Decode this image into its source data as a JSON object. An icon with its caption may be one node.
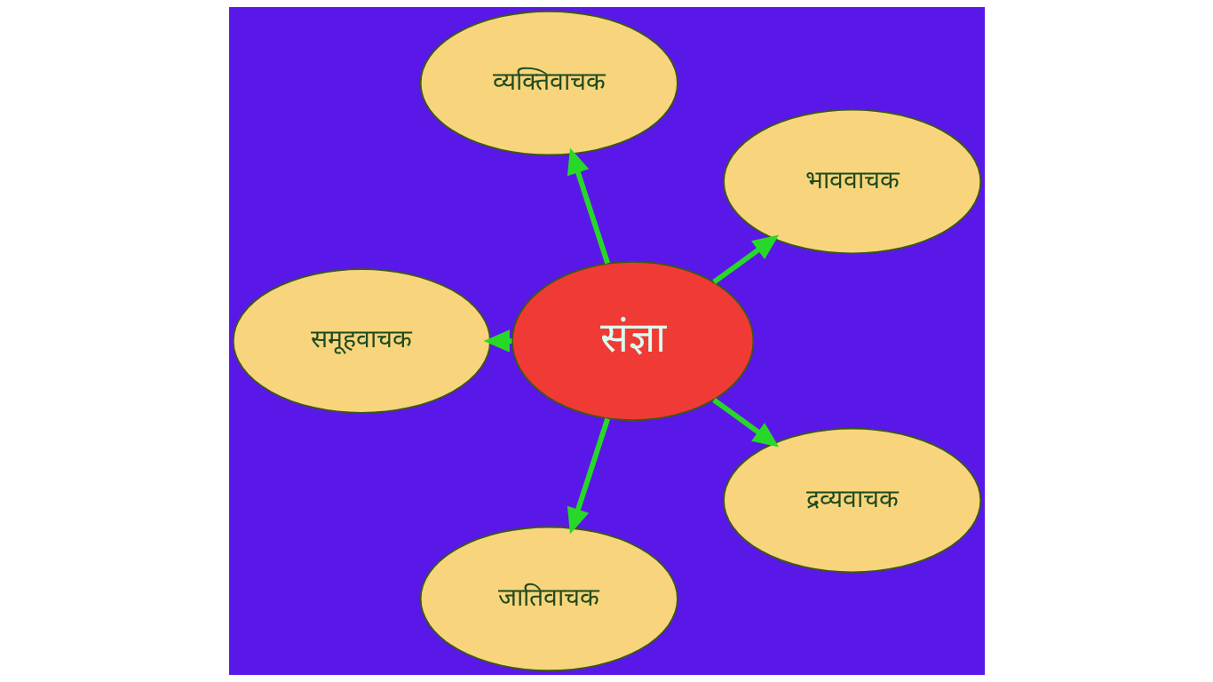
{
  "diagram": {
    "nodes": [
      {
        "text": [
          "भाववाचक"
        ]
      },
      {
        "text": [
          "व्यक्तिवाचक"
        ]
      },
      {
        "text": [
          "समूहवाचक"
        ]
      },
      {
        "text": [
          "संज्ञा"
        ]
      },
      {
        "text": [
          "जातिवाचक"
        ]
      },
      {
        "text": [
          "द्रव्यवाचक"
        ]
      }
    ],
    "edges": [
      {
        "from": 3,
        "to": 0,
        "arrow": "to"
      },
      {
        "from": 3,
        "to": 1,
        "arrow": "to"
      },
      {
        "from": 3,
        "to": 2,
        "arrow": "to"
      },
      {
        "from": 3,
        "to": 4,
        "arrow": "to"
      },
      {
        "from": 3,
        "to": 5,
        "arrow": "to"
      }
    ]
  }
}
